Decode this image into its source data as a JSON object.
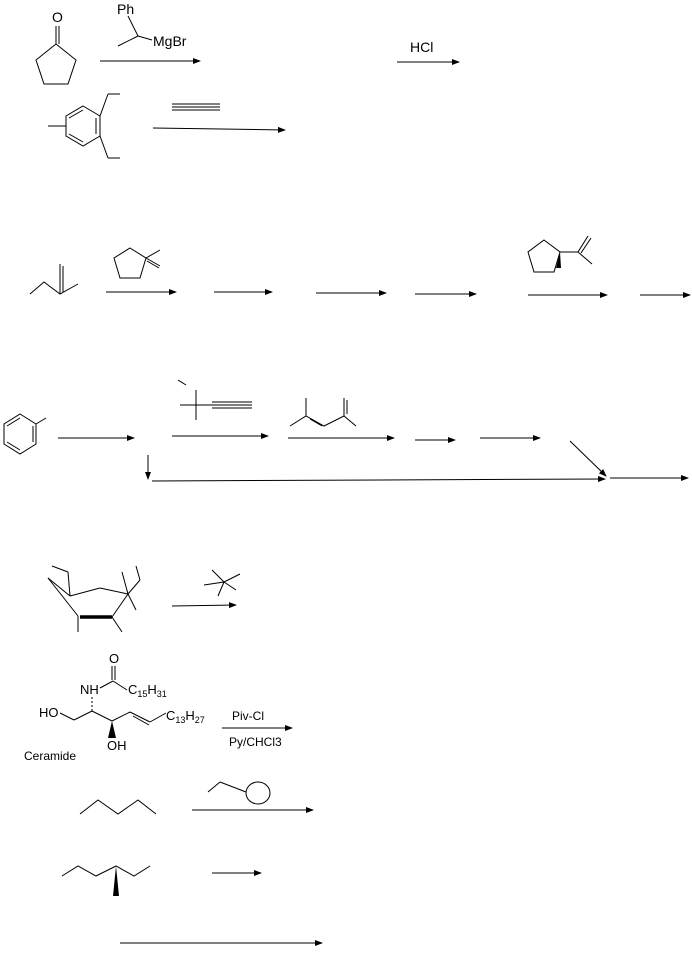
{
  "scheme_1": {
    "ketone_atom": "O",
    "reagent_group": "Ph",
    "reagent": "MgBr",
    "acid": "HCl"
  },
  "scheme_6": {
    "amide_carbon": "C",
    "amide_carbon_sub": "15",
    "amide_h": "H",
    "amide_h_sub": "31",
    "chain_carbon": "C",
    "chain_carbon_sub": "13",
    "chain_h": "H",
    "chain_h_sub": "27",
    "nh": "N",
    "nh_h": "H",
    "ho": "HO",
    "oh": "OH",
    "carbonyl_o": "O",
    "compound_name": "Ceramide",
    "reagent_top": "Piv-Cl",
    "reagent_bottom": "Py/CHCl3"
  },
  "colors": {
    "ink": "#000000",
    "background": "#ffffff"
  }
}
